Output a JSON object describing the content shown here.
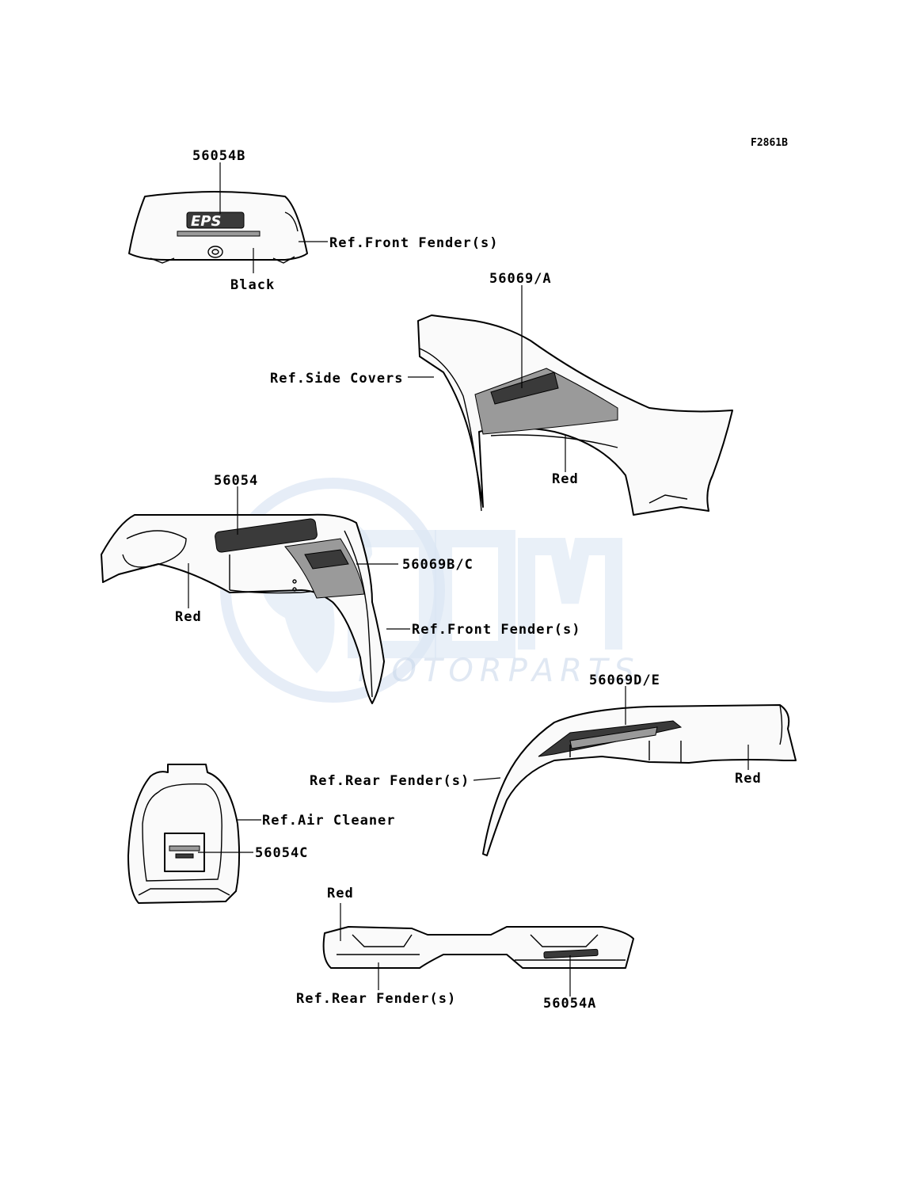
{
  "figure_code": "F2861B",
  "watermark": {
    "text": "MOTORPARTS",
    "color": "#c7d6ea"
  },
  "parts": {
    "eps_decal": {
      "part_no": "56054B",
      "ref": "Ref.Front Fender(s)",
      "color": "Black"
    },
    "side_cover_decal": {
      "part_no": "56069/A",
      "ref": "Ref.Side Covers",
      "color": "Red"
    },
    "front_fender_decal": {
      "part_no": "56054",
      "part_no_2": "56069B/C",
      "ref": "Ref.Front Fender(s)",
      "color": "Red"
    },
    "rear_fender_decal": {
      "part_no": "56069D/E",
      "ref": "Ref.Rear Fender(s)",
      "color": "Red"
    },
    "air_cleaner_decal": {
      "part_no": "56054C",
      "ref": "Ref.Air Cleaner"
    },
    "rear_bumper_decal": {
      "part_no": "56054A",
      "ref": "Ref.Rear Fender(s)",
      "color": "Red"
    }
  }
}
